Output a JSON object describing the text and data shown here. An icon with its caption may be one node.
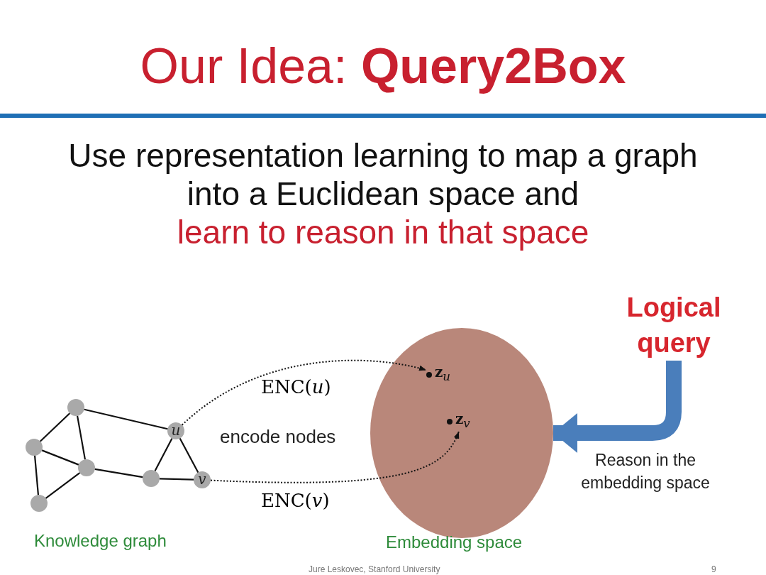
{
  "diagram": {
    "title": "Our Idea: **Query2Box**",
    "nodes": [
      {
        "text": [],
        "shape": "circle"
      },
      {
        "text": [],
        "shape": "circle"
      },
      {
        "text": [],
        "shape": "circle"
      },
      {
        "text": [],
        "shape": "circle"
      },
      {
        "text": [],
        "shape": "circle"
      },
      {
        "text": [
          "u"
        ]
      },
      {
        "text": [
          "v"
        ]
      },
      {
        "text": [],
        "shape": "circle",
        "beside": [
          "Embedding space"
        ]
      },
      {
        "text": [
          "**z**$_{u}$"
        ],
        "in": 7
      },
      {
        "text": [
          "**z**$_{v}$"
        ],
        "in": 7
      },
      {
        "text": [
          "Logical query"
        ]
      }
    ],
    "edges": [
      {
        "from": 0,
        "to": 1,
        "arrow": "none"
      },
      {
        "from": 0,
        "to": 2,
        "arrow": "none"
      },
      {
        "from": 0,
        "to": 5,
        "arrow": "none"
      },
      {
        "from": 1,
        "to": 2,
        "arrow": "none"
      },
      {
        "from": 1,
        "to": 3,
        "arrow": "none"
      },
      {
        "from": 3,
        "to": 2,
        "arrow": "none"
      },
      {
        "from": 2,
        "to": 4,
        "arrow": "none"
      },
      {
        "from": 4,
        "to": 5,
        "arrow": "none"
      },
      {
        "from": 4,
        "to": 6,
        "arrow": "none"
      },
      {
        "from": 5,
        "to": 6,
        "arrow": "none"
      },
      {
        "from": 5,
        "to": 8,
        "arrow": "to",
        "style": "dashed",
        "label": "ENC(*u*)"
      },
      {
        "from": 6,
        "to": 9,
        "arrow": "to",
        "style": "dashed",
        "label": "ENC(*v*)"
      },
      {
        "from": 10,
        "to": 7,
        "arrow": "to",
        "style": "thick",
        "color": "#4a7ebb",
        "label": "Reason in the embedding space"
      }
    ],
    "labels": [
      "Use representation learning to map a graph into a Euclidean space and",
      "learn to reason in that space",
      "encode nodes",
      "Knowledge graph",
      "Jure Leskovec, Stanford University",
      "9"
    ]
  }
}
